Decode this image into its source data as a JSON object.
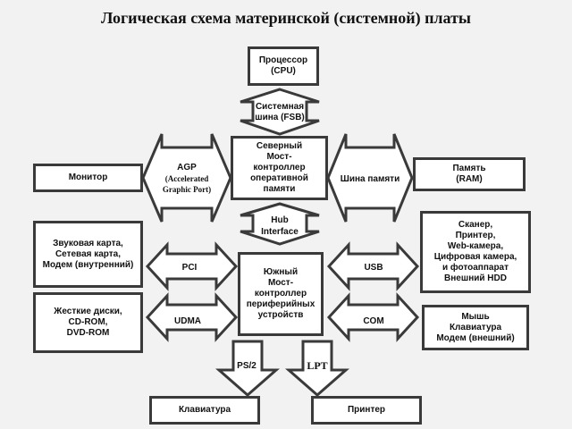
{
  "title": "Логическая схема материнской (системной) платы",
  "boxes": {
    "cpu": "Процессор\n(CPU)",
    "north_bridge": "Северный\nМост-\nконтроллер\nоперативной\nпамяти",
    "monitor": "Монитор",
    "memory": "Память\n(RAM)",
    "sound": "Звуковая карта,\nСетевая карта,\nМодем (внутренний)",
    "scanner": "Сканер,\nПринтер,\nWeb-камера,\nЦифровая камера,\nи фотоаппарат\nВнешний HDD",
    "south_bridge": "Южный\nМост-\nконтроллер\nпериферийных\nустройств",
    "disks": "Жесткие диски,\nCD-ROM,\nDVD-ROM",
    "mouse": "Мышь\nКлавиатура\nМодем (внешний)",
    "keyboard": "Клавиатура",
    "printer": "Принтер"
  },
  "arrows": {
    "fsb_line1": "Системная",
    "fsb_line2": "шина (FSB)",
    "agp_line1": "AGP",
    "agp_line2": "(Accelerated",
    "agp_line3": "Graphic Port)",
    "mem_bus": "Шина памяти",
    "hub_line1": "Hub",
    "hub_line2": "Interface",
    "pci": "PCI",
    "usb": "USB",
    "udma": "UDMA",
    "com": "COM",
    "ps2": "PS/2",
    "lpt": "LPT"
  }
}
